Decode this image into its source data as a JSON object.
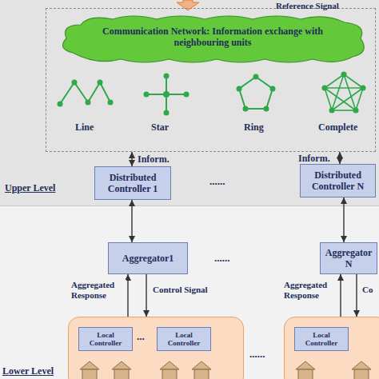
{
  "diagram": {
    "nodes": [
      {
        "text": [
          "Line",
          "Star",
          "Ring",
          "Complete"
        ]
      },
      {
        "text": [
          "Communication Network: Information exchange with neighbouring units"
        ],
        "in": 0
      },
      {
        "text": [
          "Distributed Controller 1"
        ]
      },
      {
        "text": [
          "Distributed Controller N"
        ]
      },
      {
        "text": [
          "Aggregator1"
        ]
      },
      {
        "text": [
          "Aggregator N"
        ]
      },
      {
        "text": []
      },
      {
        "text": [
          "Local Controller"
        ],
        "in": 6
      },
      {
        "text": [
          "Local Controller"
        ],
        "in": 6
      },
      {
        "text": []
      },
      {
        "text": [
          "Local Controller"
        ],
        "in": 9
      }
    ],
    "edges": [
      {
        "from": 0,
        "to": 2,
        "arrow": "both",
        "label": "Inform."
      },
      {
        "from": 0,
        "to": 3,
        "arrow": "both",
        "label": "Inform."
      },
      {
        "from": 2,
        "to": 4,
        "arrow": "both"
      },
      {
        "from": 3,
        "to": 5,
        "arrow": "both"
      },
      {
        "from": 6,
        "to": 4,
        "arrow": "to",
        "label": "Aggregated Response"
      },
      {
        "from": 4,
        "to": 6,
        "arrow": "to",
        "label": "Control Signal"
      },
      {
        "from": 9,
        "to": 5,
        "arrow": "to",
        "label": "Aggregated Response"
      },
      {
        "from": 5,
        "to": 9,
        "arrow": "to",
        "label": "Co"
      }
    ],
    "labels": [
      "Reference Signal",
      "Upper Level",
      "......",
      "......",
      "...",
      "......",
      "Lower Level"
    ]
  }
}
